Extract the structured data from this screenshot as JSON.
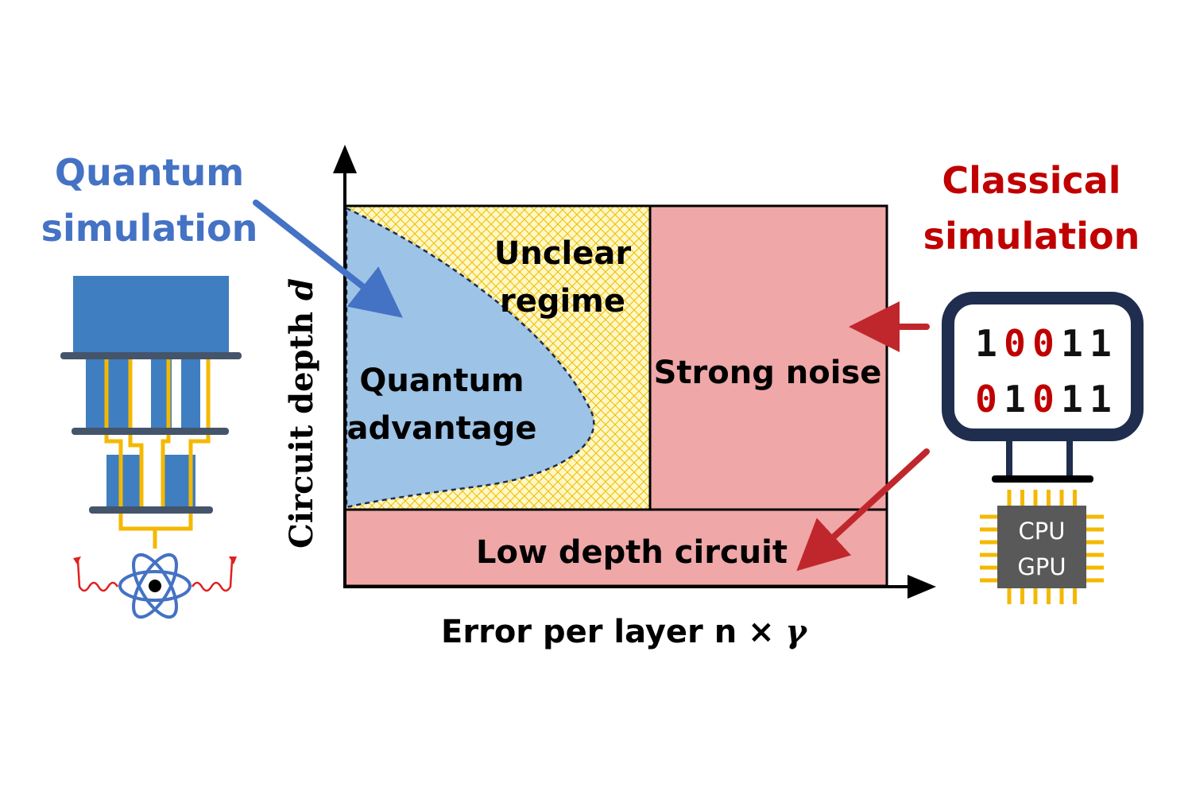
{
  "quantum_side": {
    "title_line1": "Quantum",
    "title_line2": "simulation",
    "color": "#4472c4"
  },
  "classical_side": {
    "title_line1": "Classical",
    "title_line2": "simulation",
    "color": "#c00000",
    "binary_row1": [
      "1",
      "0",
      "0",
      "1",
      "1"
    ],
    "binary_row2": [
      "0",
      "1",
      "0",
      "1",
      "1"
    ],
    "chip_line1": "CPU",
    "chip_line2": "GPU"
  },
  "diagram": {
    "y_axis_label_main": "Circuit depth ",
    "y_axis_label_var": "d",
    "x_axis_label_main": "Error per layer n × ",
    "x_axis_label_var": "γ",
    "regions": {
      "unclear_line1": "Unclear",
      "unclear_line2": "regime",
      "advantage_line1": "Quantum",
      "advantage_line2": "advantage",
      "strong_noise": "Strong noise",
      "low_depth": "Low depth circuit"
    }
  },
  "colors": {
    "advantage_fill": "#9dc3e6",
    "noise_fill": "#efa7a7",
    "hatch_bg": "#fff7c8",
    "hatch_line": "#f0c000",
    "device_blue": "#3f7ec0",
    "wire_gold": "#f5b800",
    "bar_dark": "#44546a",
    "monitor_navy": "#1f2d4e",
    "chip_gray": "#595959"
  }
}
